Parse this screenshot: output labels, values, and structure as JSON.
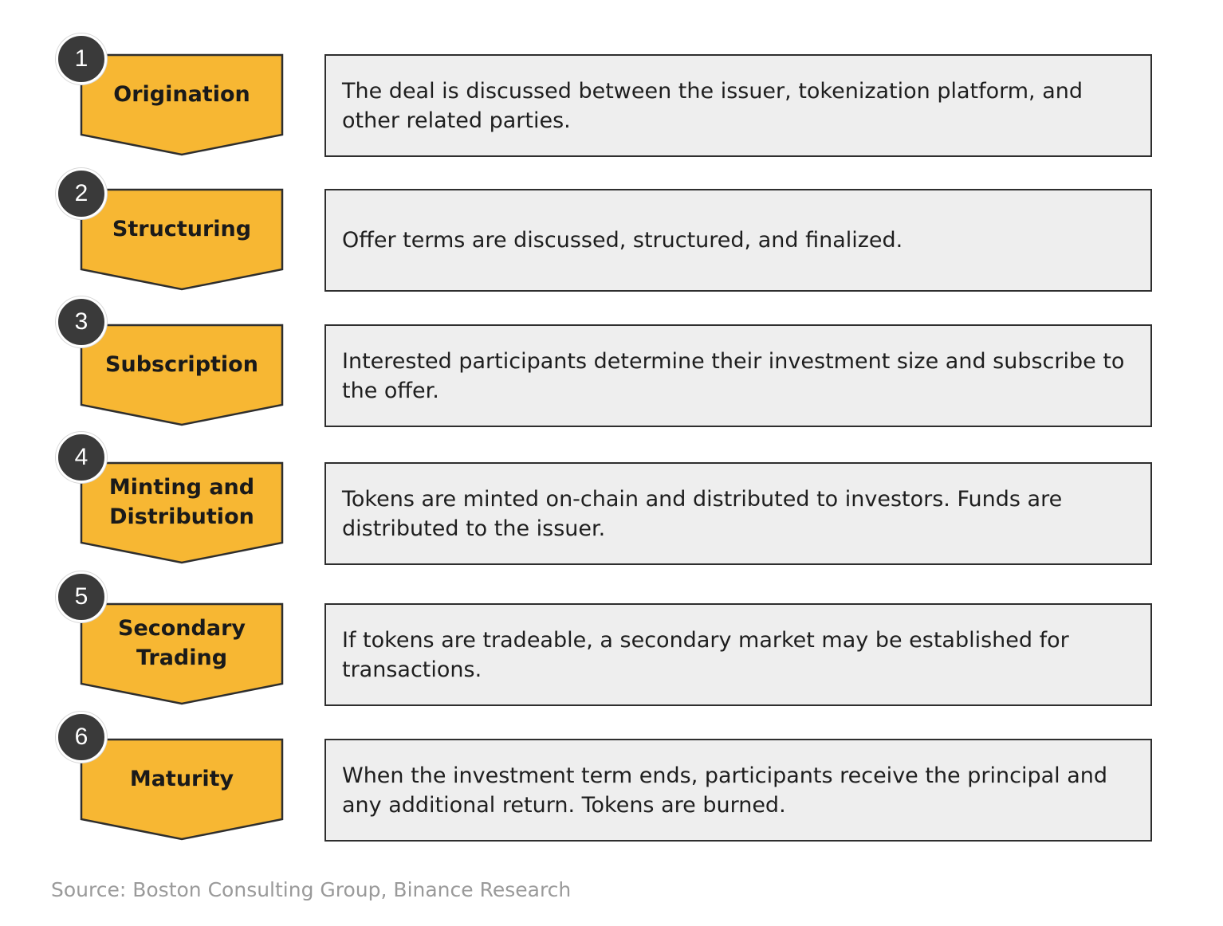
{
  "colors": {
    "chevron_fill": "#f7b733",
    "chevron_stroke": "#2e2e2e",
    "badge_fill": "#3a3a3a",
    "box_fill": "#eeeeee",
    "source_text": "#9a9a9a"
  },
  "steps": [
    {
      "number": "1",
      "title": "Origination",
      "description": "The deal is discussed between the issuer, tokenization platform, and other related parties."
    },
    {
      "number": "2",
      "title": "Structuring",
      "description": "Offer terms are discussed, structured, and finalized."
    },
    {
      "number": "3",
      "title": "Subscription",
      "description": "Interested participants determine their investment size and subscribe to the offer."
    },
    {
      "number": "4",
      "title": "Minting and\nDistribution",
      "description": "Tokens are minted on-chain and distributed to investors. Funds are distributed to the issuer."
    },
    {
      "number": "5",
      "title": "Secondary\nTrading",
      "description": "If tokens are tradeable, a secondary market may be established for transactions."
    },
    {
      "number": "6",
      "title": "Maturity",
      "description": "When the investment term ends, participants receive the principal and any additional return. Tokens are burned."
    }
  ],
  "source": "Source: Boston Consulting Group, Binance Research"
}
